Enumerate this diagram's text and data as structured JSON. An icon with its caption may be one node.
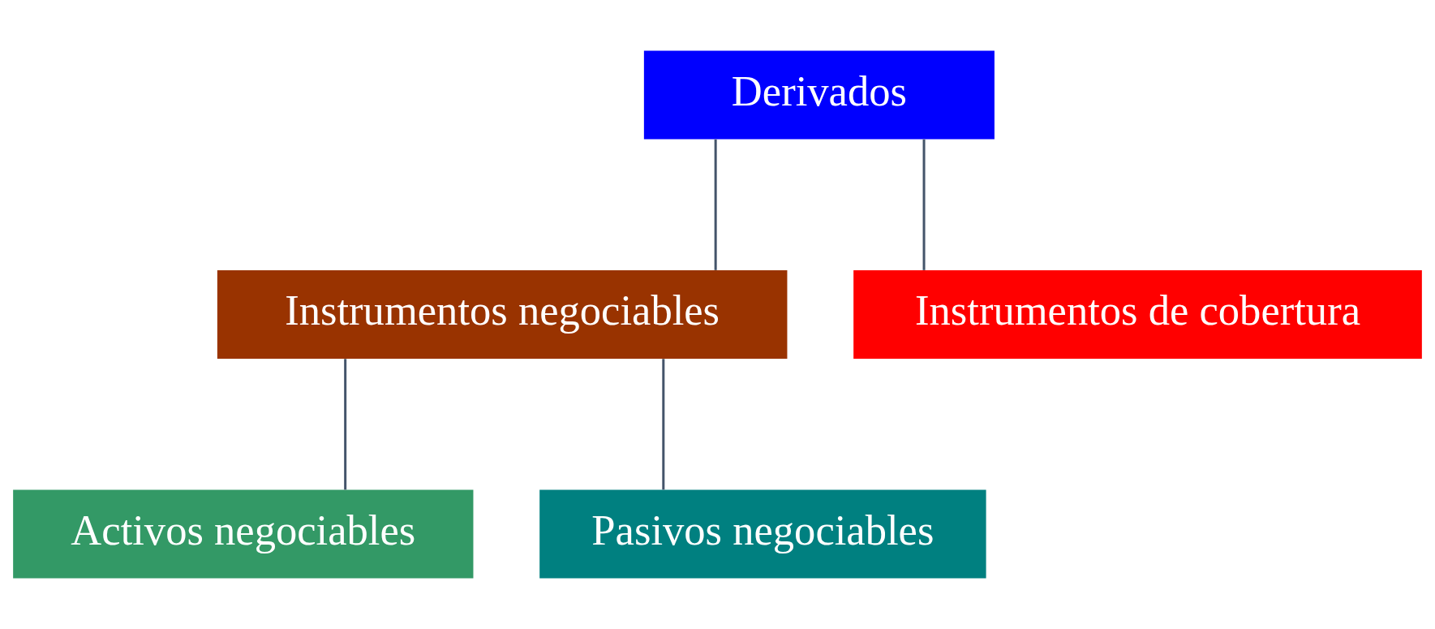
{
  "diagram": {
    "nodes": [
      {
        "text": [
          "Derivados"
        ]
      },
      {
        "text": [
          "Instrumentos negociables"
        ]
      },
      {
        "text": [
          "Instrumentos de cobertura"
        ]
      },
      {
        "text": [
          "Activos negociables"
        ]
      },
      {
        "text": [
          "Pasivos negociables"
        ]
      }
    ],
    "edges": [
      {
        "from": 0,
        "to": 1,
        "arrow": "none"
      },
      {
        "from": 0,
        "to": 2,
        "arrow": "none"
      },
      {
        "from": 1,
        "to": 3,
        "arrow": "none"
      },
      {
        "from": 1,
        "to": 4,
        "arrow": "none"
      }
    ]
  }
}
